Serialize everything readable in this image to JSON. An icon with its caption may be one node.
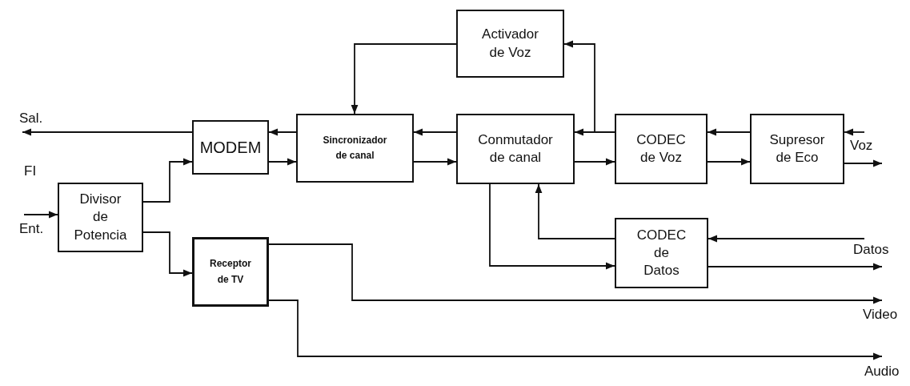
{
  "diagram": {
    "nodes": [
      {
        "text": [
          "Activador de Voz"
        ]
      },
      {
        "text": [
          "MODEM"
        ]
      },
      {
        "text": [
          "Sincronizador de canal"
        ]
      },
      {
        "text": [
          "Conmutador de canal"
        ]
      },
      {
        "text": [
          "CODEC de Voz"
        ]
      },
      {
        "text": [
          "Supresor de Eco"
        ]
      },
      {
        "text": [
          "Divisor de Potencia"
        ]
      },
      {
        "text": [
          "Receptor de TV"
        ]
      },
      {
        "text": [
          "CODEC de Datos"
        ]
      },
      {
        "text": [
          "Sal."
        ]
      },
      {
        "text": [
          "Ent."
        ]
      },
      {
        "text": [
          "Voz"
        ]
      },
      {
        "text": [
          "Datos"
        ]
      },
      {
        "text": [
          "Video"
        ]
      },
      {
        "text": [
          "Audio"
        ]
      }
    ],
    "edges": [
      {
        "from": 2,
        "to": 1,
        "arrow": "to"
      },
      {
        "from": 1,
        "to": 9,
        "arrow": "to"
      },
      {
        "from": 1,
        "to": 2,
        "arrow": "to"
      },
      {
        "from": 3,
        "to": 2,
        "arrow": "to"
      },
      {
        "from": 2,
        "to": 3,
        "arrow": "to"
      },
      {
        "from": 0,
        "to": 2,
        "arrow": "to"
      },
      {
        "from": 4,
        "to": 3,
        "arrow": "to"
      },
      {
        "from": 4,
        "to": 0,
        "arrow": "to"
      },
      {
        "from": 3,
        "to": 4,
        "arrow": "to"
      },
      {
        "from": 5,
        "to": 4,
        "arrow": "to"
      },
      {
        "from": 4,
        "to": 5,
        "arrow": "to"
      },
      {
        "from": 11,
        "to": 5,
        "arrow": "to"
      },
      {
        "from": 5,
        "to": 11,
        "arrow": "to"
      },
      {
        "from": 10,
        "to": 6,
        "arrow": "to"
      },
      {
        "from": 6,
        "to": 1,
        "arrow": "to"
      },
      {
        "from": 6,
        "to": 7,
        "arrow": "to"
      },
      {
        "from": 7,
        "to": 13,
        "arrow": "to"
      },
      {
        "from": 7,
        "to": 14,
        "arrow": "to"
      },
      {
        "from": 3,
        "to": 8,
        "arrow": "to"
      },
      {
        "from": 8,
        "to": 3,
        "arrow": "to"
      },
      {
        "from": 12,
        "to": 8,
        "arrow": "to"
      },
      {
        "from": 8,
        "to": 12,
        "arrow": "to"
      }
    ],
    "labels": [
      "FI"
    ]
  }
}
